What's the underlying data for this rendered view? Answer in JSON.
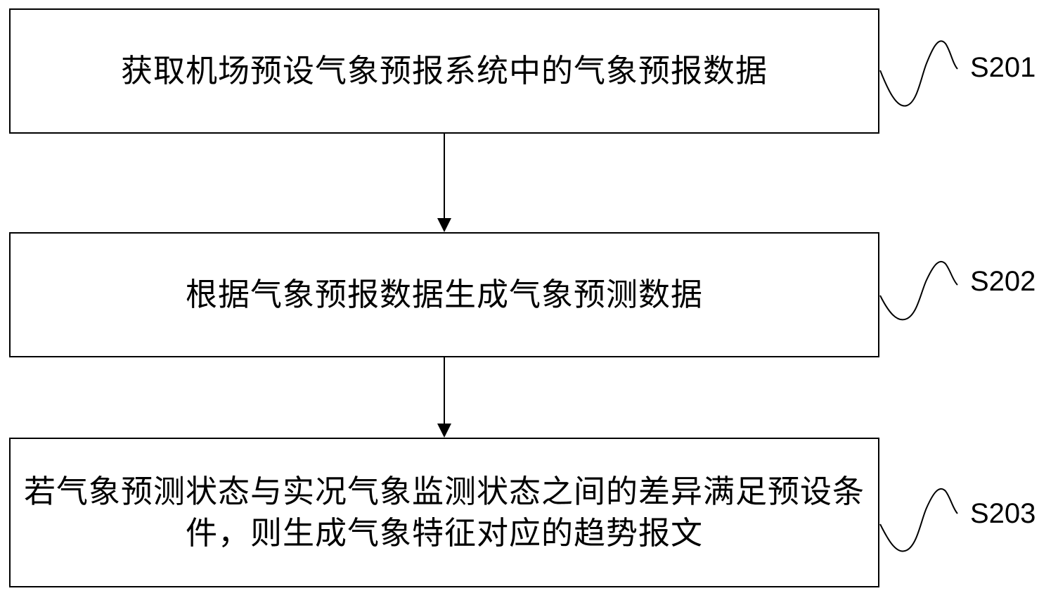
{
  "steps": [
    {
      "text": "获取机场预设气象预报系统中的气象预报数据",
      "label": "S201"
    },
    {
      "text": "根据气象预报数据生成气象预测数据",
      "label": "S202"
    },
    {
      "text": "若气象预测状态与实况气象监测状态之间的差异满足预设条件，则生成气象特征对应的趋势报文",
      "label": "S203"
    }
  ]
}
